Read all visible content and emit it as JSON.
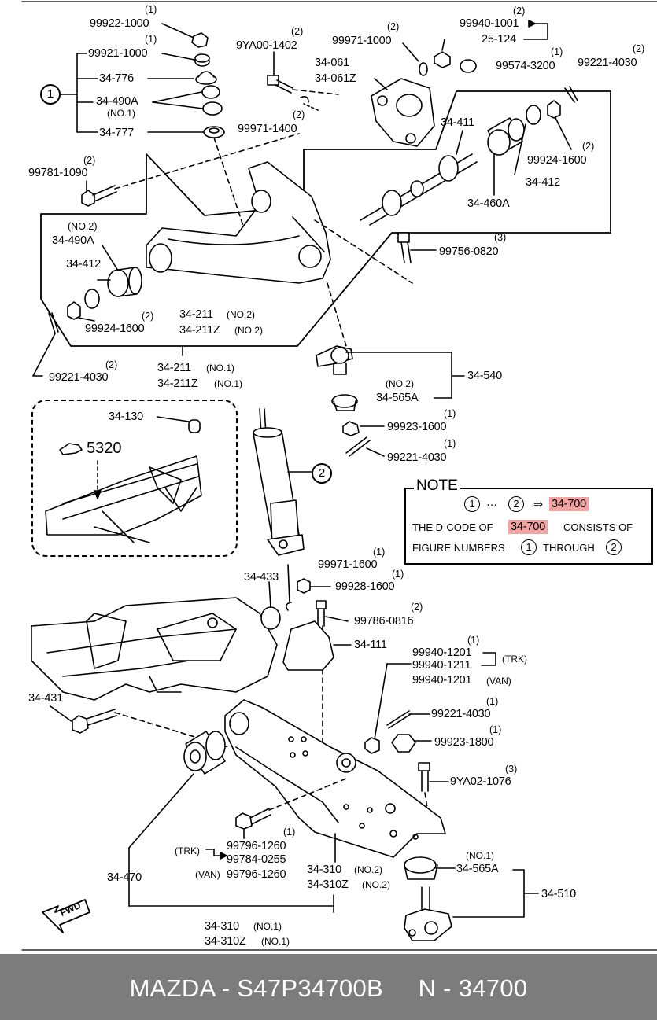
{
  "labels": {
    "l_99922": "99922-1000",
    "q_99922": "(1)",
    "l_99921": "99921-1000",
    "q_99921": "(1)",
    "l_34776": "34-776",
    "l_34490a_top": "34-490A",
    "q_34490a_top": "(NO.1)",
    "l_34777": "34-777",
    "l_9ya00": "9YA00-1402",
    "q_9ya00": "(2)",
    "l_99971_top": "99971-1000",
    "q_99971_top": "(2)",
    "l_99940_1001": "99940-1001",
    "q_99940_1001": "(2)",
    "l_25124": "25-124",
    "l_99574": "99574-3200",
    "q_99574": "(1)",
    "l_99221_tr": "99221-4030",
    "q_99221_tr": "(2)",
    "l_34061": "34-061",
    "l_34061z": "34-061Z",
    "l_99971_1400": "99971-1400",
    "q_99971_1400": "(2)",
    "l_34411": "34-411",
    "l_99924_top": "99924-1600",
    "q_99924_top": "(2)",
    "l_34412_right": "34-412",
    "l_34460a": "34-460A",
    "l_99781": "99781-1090",
    "q_99781": "(2)",
    "q_34490a_left": "(NO.2)",
    "l_34490a_left": "34-490A",
    "l_34412_left": "34-412",
    "l_99756": "99756-0820",
    "q_99756": "(3)",
    "l_99924_left": "99924-1600",
    "q_99924_left": "(2)",
    "l_34211_no2": "34-211",
    "s_34211_no2": "(NO.2)",
    "l_34211z_no2": "34-211Z",
    "s_34211z_no2": "(NO.2)",
    "q_99221_left": "(2)",
    "l_99221_left": "99221-4030",
    "l_34211_no1": "34-211",
    "s_34211_no1": "(NO.1)",
    "l_34211z_no1": "34-211Z",
    "s_34211z_no1": "(NO.1)",
    "l_34540": "34-540",
    "s_34565a_top": "(NO.2)",
    "l_34565a_top": "34-565A",
    "l_99923_1600": "99923-1600",
    "q_99923_1600": "(1)",
    "l_99221_mid": "99221-4030",
    "q_99221_mid": "(1)",
    "l_34130": "34-130",
    "l_5320": "5320",
    "note_title": "NOTE",
    "note_circ1": "1",
    "note_dots": "···",
    "note_circ2": "2",
    "note_arrow": "⇒",
    "note_code1": "34-700",
    "note_line2a": "THE D-CODE OF",
    "note_code2": "34-700",
    "note_line2b": "CONSISTS OF",
    "note_line3a": "FIGURE NUMBERS",
    "note_line3b": "THROUGH",
    "l_34433": "34-433",
    "l_99971_1600": "99971-1600",
    "q_99971_1600": "(1)",
    "l_99928": "99928-1600",
    "q_99928": "(1)",
    "l_99786": "99786-0816",
    "q_99786": "(2)",
    "l_34111": "34-111",
    "l_99940_1201a": "99940-1201",
    "q_99940_1201a": "(1)",
    "s_trk1": "(TRK)",
    "l_99940_1211": "99940-1211",
    "l_99940_1201b": "99940-1201",
    "s_van1": "(VAN)",
    "l_34431": "34-431",
    "l_99221_low": "99221-4030",
    "q_99221_low": "(1)",
    "l_99923_1800": "99923-1800",
    "q_99923_1800": "(1)",
    "l_9ya02": "9YA02-1076",
    "q_9ya02": "(3)",
    "q_99796": "(1)",
    "s_trk2": "(TRK)",
    "l_99796a": "99796-1260",
    "l_99784": "99784-0255",
    "s_van2": "(VAN)",
    "l_99796b": "99796-1260",
    "l_34470": "34-470",
    "l_34310_no2": "34-310",
    "s_34310_no2": "(NO.2)",
    "l_34310z_no2": "34-310Z",
    "s_34310z_no2": "(NO.2)",
    "s_34565a_bot": "(NO.1)",
    "l_34565a_bot": "34-565A",
    "l_34510": "34-510",
    "fwd": "FWD",
    "l_34310_no1": "34-310",
    "s_34310_no1": "(NO.1)",
    "l_34310z_no1": "34-310Z",
    "s_34310z_no1": "(NO.1)",
    "circ_group1": "1",
    "circ_group2": "2"
  },
  "footer": {
    "brand": "MAZDA",
    "part_number": "S47P34700B",
    "code": "N - 34700",
    "text": "MAZDA - S47P34700B     N - 34700"
  },
  "colors": {
    "highlight": "#f4a3a3",
    "footer_bg": "#7c7c7c",
    "footer_text": "#ffffff"
  }
}
